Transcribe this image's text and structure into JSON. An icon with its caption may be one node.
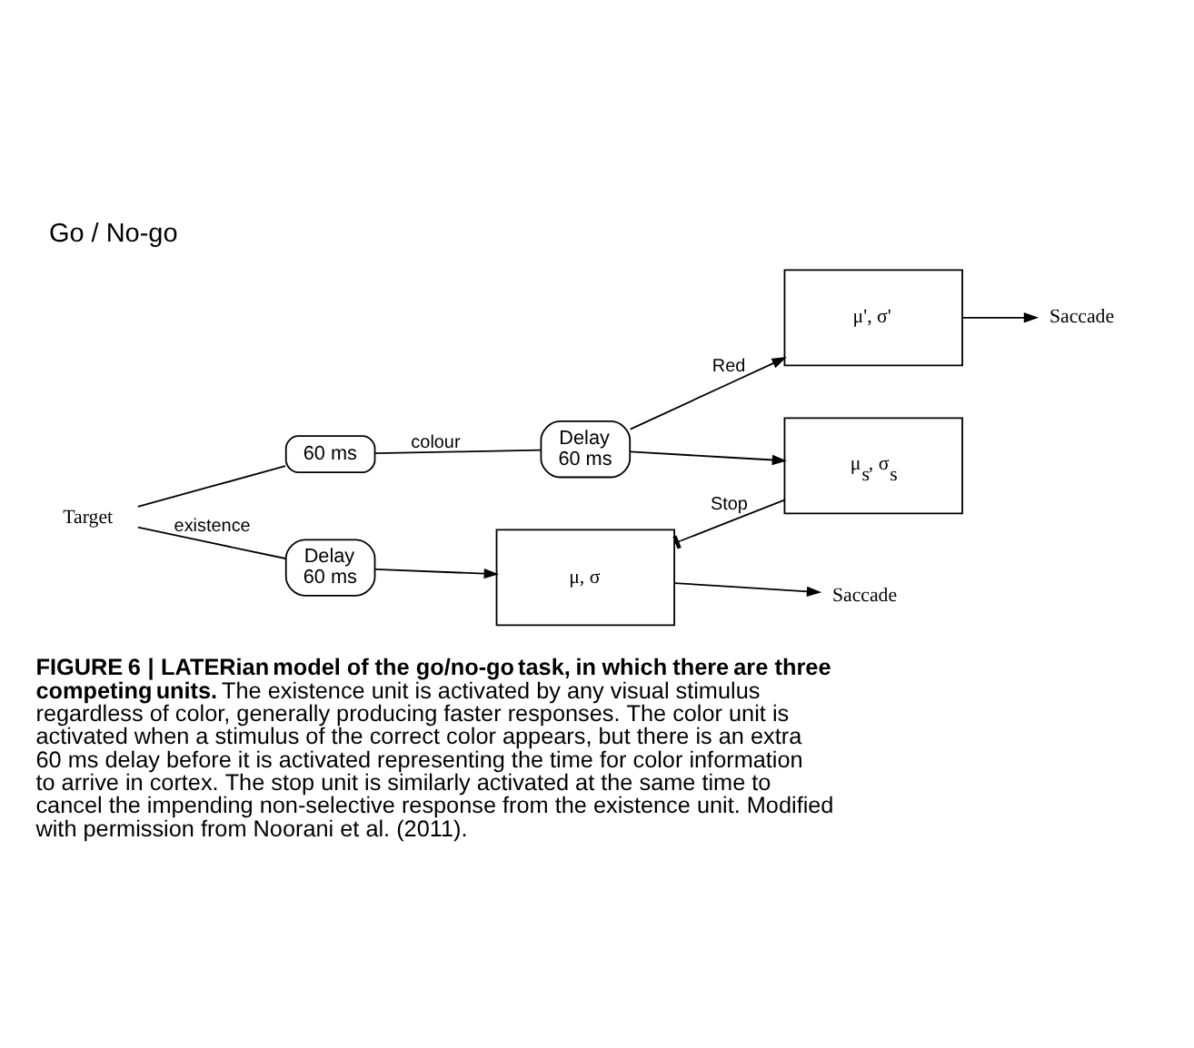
{
  "diagram": {
    "title": "Go / No-go",
    "caption": "**FIGURE 6 | LATERian model of the go/no-go task, in which there are three competing units.** The existence unit is activated by any visual stimulus regardless of color, generally producing faster responses. The color unit is activated when a stimulus of the correct color appears, but there is an extra 60 ms delay before it is activated representing the time for color information to arrive in cortex. The stop unit is similarly activated at the same time to cancel the impending non-selective response from the existence unit. Modified with permission from Noorani et al. (2011).",
    "nodes": [
      {
        "text": [
          "Target"
        ]
      },
      {
        "text": [
          "Delay",
          "60 ms"
        ]
      },
      {
        "text": [
          "μ, σ"
        ]
      },
      {
        "text": [
          "Saccade"
        ]
      },
      {
        "text": [
          "60 ms"
        ]
      },
      {
        "text": [
          "Delay",
          "60 ms"
        ]
      },
      {
        "text": [
          "μ$_{s}$, σ$_{s}$"
        ]
      },
      {
        "text": [
          "μ', σ'"
        ]
      },
      {
        "text": [
          "Saccade"
        ]
      }
    ],
    "edges": [
      {
        "from": 0,
        "to": 1,
        "arrow": "none",
        "label": "existence"
      },
      {
        "from": 1,
        "to": 2,
        "arrow": "to"
      },
      {
        "from": 2,
        "to": 3,
        "arrow": "to"
      },
      {
        "from": 0,
        "to": 4,
        "arrow": "none"
      },
      {
        "from": 4,
        "to": 5,
        "arrow": "none",
        "label": "colour"
      },
      {
        "from": 5,
        "to": 6,
        "arrow": "to"
      },
      {
        "from": 6,
        "to": 2,
        "arrow": "other",
        "label": "Stop"
      },
      {
        "from": 5,
        "to": 7,
        "arrow": "to",
        "label": "Red"
      },
      {
        "from": 7,
        "to": 8,
        "arrow": "to"
      }
    ]
  }
}
